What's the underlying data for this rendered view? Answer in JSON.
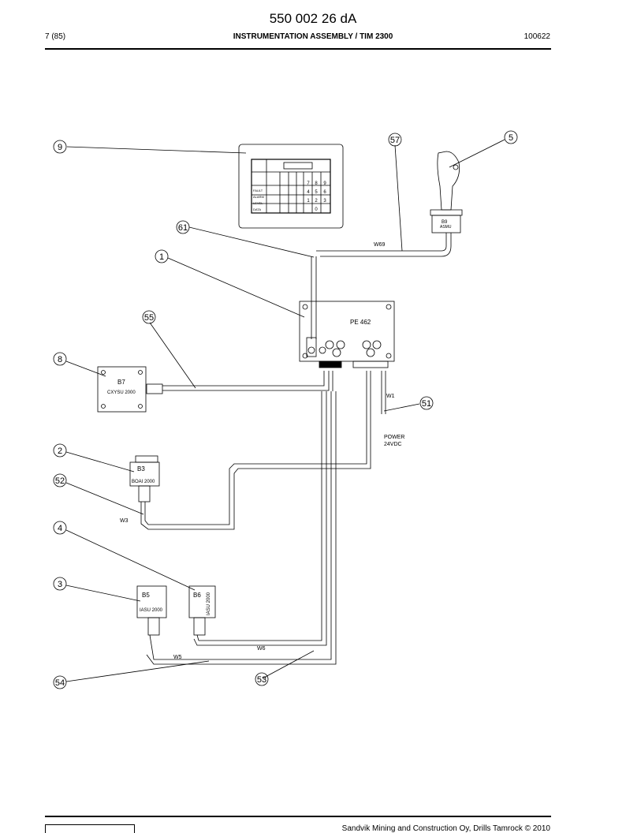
{
  "header": {
    "doc_number": "550 002 26 dA",
    "page": "7 (85)",
    "title": "INSTRUMENTATION ASSEMBLY / TIM 2300",
    "date": "100622"
  },
  "footer": {
    "copyright": "Sandvik Mining and Construction Oy, Drills Tamrock © 2010"
  },
  "callouts": [
    "9",
    "57",
    "5",
    "61",
    "1",
    "55",
    "8",
    "51",
    "2",
    "52",
    "4",
    "3",
    "54",
    "53"
  ],
  "components": {
    "pe": "PE 462",
    "b7": "B7",
    "b7_model": "CXYSU 2000",
    "b3": "B3",
    "b3_model": "BOAI 2000",
    "b5": "B5",
    "b5_model": "IASU 2000",
    "b6": "B6",
    "b6_model": "IASU 2000",
    "b9": "B9",
    "b9_model": "ASMU"
  },
  "wire_labels": {
    "w69": "W69",
    "w1": "W1",
    "w3": "W3",
    "w5": "W5",
    "w6": "W6",
    "power": "POWER",
    "voltage": "24VDC"
  },
  "display": {
    "keypad": [
      "7",
      "8",
      "9",
      "4",
      "5",
      "6",
      "1",
      "2",
      "3",
      "0"
    ],
    "side_labels": [
      "FAULT",
      "ALARM",
      "LEVEL",
      "DATA"
    ]
  }
}
